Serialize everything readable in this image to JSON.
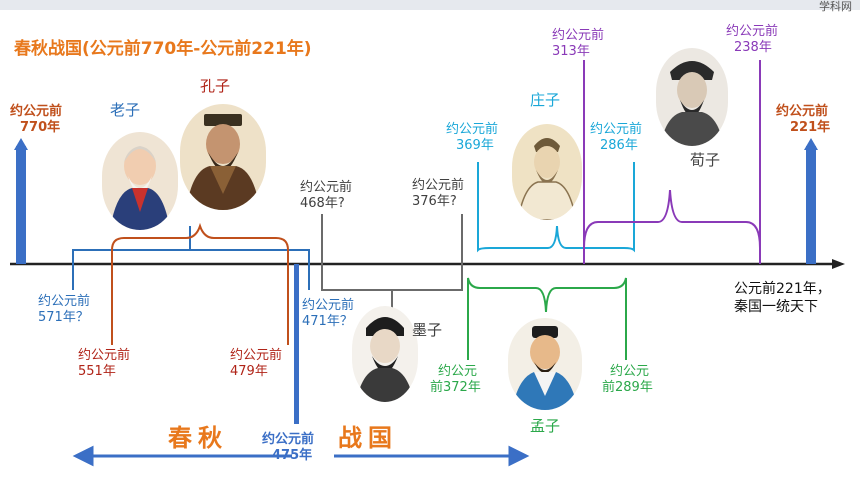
{
  "title": "春秋战国(公元前770年-公元前221年)",
  "corner_text": "学科网",
  "eras": {
    "chunqiu": "春秋",
    "zhanguo": "战国"
  },
  "timeline": {
    "start": {
      "line1": "约公元前",
      "line2": "770年"
    },
    "end_top": {
      "line1": "约公元前",
      "line2": "221年"
    },
    "end_note": {
      "line1": "公元前221年，",
      "line2": "秦国一统天下"
    },
    "divider": {
      "line1": "约公元前",
      "line2": "475年"
    }
  },
  "people": {
    "laozi": {
      "name": "老子",
      "from1": "约公元前",
      "from2": "571年？",
      "to1": "约公元前",
      "to2": "471年？"
    },
    "kongzi": {
      "name": "孔子",
      "from1": "约公元前",
      "from2": "551年",
      "to1": "约公元前",
      "to2": "479年"
    },
    "mozi": {
      "name": "墨子",
      "from1": "约公元前",
      "from2": "468年?",
      "to1": "约公元前",
      "to2": "376年?"
    },
    "zhuangzi": {
      "name": "庄子",
      "from1": "约公元前",
      "from2": "369年",
      "to1": "约公元前",
      "to2": "286年"
    },
    "mengzi": {
      "name": "孟子",
      "from1": "约公元",
      "from2": "前372年",
      "to1": "约公元",
      "to2": "前289年"
    },
    "xunzi": {
      "name": "荀子",
      "from1": "约公元前",
      "from2": "313年",
      "to1": "约公元前",
      "to2": "238年"
    }
  },
  "colors": {
    "axis": "#222222",
    "start_end_bar": "#3b6fc6",
    "divider": "#3b6fc6",
    "laozi": "#2c6fb8",
    "kongzi": "#c0501c",
    "mozi": "#6b6b6b",
    "zhuangzi": "#1aa7d8",
    "mengzi": "#2ba84a",
    "xunzi": "#8a3ab8",
    "era_text": "#e8781c",
    "arrow": "#3b6fc6"
  }
}
